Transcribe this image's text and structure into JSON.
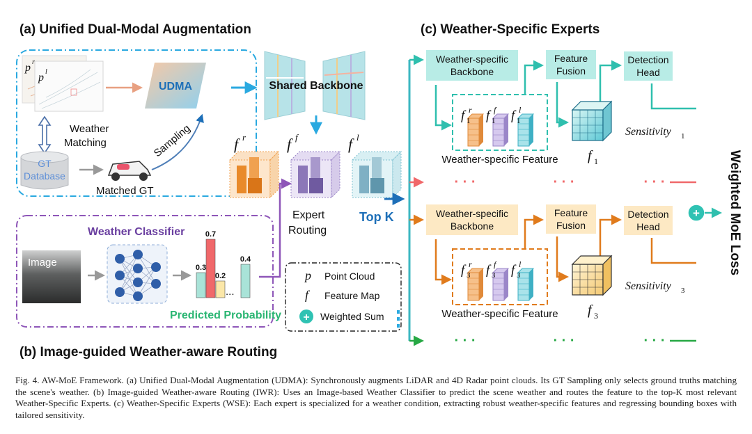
{
  "panel_a": {
    "title": "(a) Unified Dual-Modal Augmentation",
    "udma_label": "UDMA",
    "weather_matching": [
      "Weather",
      "Matching"
    ],
    "gt_database": [
      "GT",
      "Database"
    ],
    "matched_gt": "Matched GT",
    "sampling": "Sampling",
    "point_radar": "p",
    "point_radar_sup": "r",
    "point_lidar": "p",
    "point_lidar_sup": "l"
  },
  "backbone": {
    "shared_label": "Shared Backbone"
  },
  "features": [
    {
      "base": "f",
      "sup": "r"
    },
    {
      "base": "f",
      "sup": "f"
    },
    {
      "base": "f",
      "sup": "l"
    }
  ],
  "panel_b": {
    "title": "(b) Image-guided Weather-aware Routing",
    "classifier_label": "Weather Classifier",
    "image_label": "Image",
    "predicted_probability": "Predicted Probability",
    "expert_routing": [
      "Expert",
      "Routing"
    ],
    "top_k": "Top K",
    "probability_values": [
      "0.3",
      "0.7",
      "0.2",
      "...",
      "0.4"
    ]
  },
  "legend": {
    "items": [
      {
        "symbol": "p",
        "label": "Point Cloud"
      },
      {
        "symbol": "f",
        "label": "Feature Map"
      },
      {
        "symbol": "+",
        "label": "Weighted Sum"
      }
    ]
  },
  "panel_c": {
    "title": "(c) Weather-Specific Experts",
    "experts": [
      {
        "backbone": [
          "Weather-specific",
          "Backbone"
        ],
        "fusion": [
          "Feature",
          "Fusion"
        ],
        "head": [
          "Detection",
          "Head"
        ],
        "feature_caption": "Weather-specific Feature",
        "index": "1",
        "sensitivity": "Sensitivity",
        "color": "#2fbfae",
        "box_fill": "#b8ece6"
      },
      {
        "backbone": [
          "Weather-specific",
          "Backbone"
        ],
        "fusion": [
          "Feature",
          "Fusion"
        ],
        "head": [
          "Detection",
          "Head"
        ],
        "feature_caption": "Weather-specific Feature",
        "index": "3",
        "sensitivity": "Sensitivity",
        "color": "#e07b1c",
        "box_fill": "#fde9c4"
      }
    ],
    "ellipsis": "· · ·",
    "loss_label": "Weighted MoE Loss"
  },
  "caption": "Fig. 4.  AW-MoE Framework. (a) Unified Dual-Modal Augmentation (UDMA): Synchronously augments LiDAR and 4D Radar point clouds. Its GT Sampling only selects ground truths matching the scene's weather. (b) Image-guided Weather-aware Routing (IWR): Uses an Image-based Weather Classifier to predict the scene weather and routes the feature to the top-K most relevant Weather-Specific Experts. (c) Weather-Specific Experts (WSE): Each expert is specialized for a weather condition, extracting robust weather-specific features and regressing bounding boxes with tailored sensitivity.",
  "colors": {
    "dashed_blue": "#2aa9e0",
    "dashed_purple": "#8e56b8",
    "arrow_blue": "#2aa9e0",
    "classifier_purple": "#6a3fa0",
    "prob_green": "#2bb673",
    "topk_blue": "#1d6fb8",
    "loss_green": "#27a844",
    "loss_red": "#f0686a"
  }
}
